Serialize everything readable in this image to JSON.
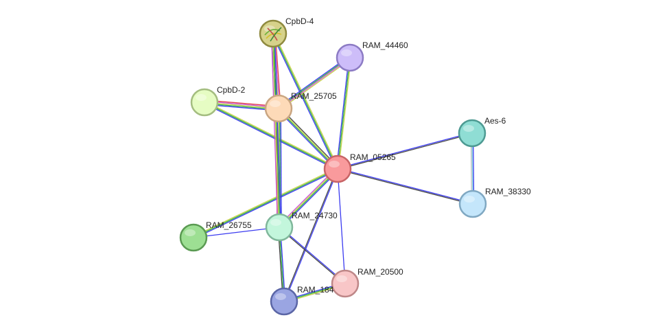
{
  "network": {
    "nodes": [
      {
        "id": "RAM_05265",
        "label": "RAM_05265",
        "fill": "#f99a9c",
        "stroke": "#c86466"
      },
      {
        "id": "RAM_25705",
        "label": "RAM_25705",
        "fill": "#fddab8",
        "stroke": "#c9a581"
      },
      {
        "id": "CpbD-4",
        "label": "CpbD-4",
        "fill": "#d6d28a",
        "stroke": "#8f8a3f",
        "has_structure": true
      },
      {
        "id": "RAM_44460",
        "label": "RAM_44460",
        "fill": "#cdbdf9",
        "stroke": "#8c7bc4"
      },
      {
        "id": "CpbD-2",
        "label": "CpbD-2",
        "fill": "#e6fcc3",
        "stroke": "#a4bd80"
      },
      {
        "id": "Aes-6",
        "label": "Aes-6",
        "fill": "#8fddd4",
        "stroke": "#4d9a92"
      },
      {
        "id": "RAM_38330",
        "label": "RAM_38330",
        "fill": "#c4e6fb",
        "stroke": "#80a8c2"
      },
      {
        "id": "RAM_24730",
        "label": "RAM_24730",
        "fill": "#c3f6dc",
        "stroke": "#80b79b"
      },
      {
        "id": "RAM_26755",
        "label": "RAM_26755",
        "fill": "#9ddf93",
        "stroke": "#5a9a52"
      },
      {
        "id": "RAM_20500",
        "label": "RAM_20500",
        "fill": "#f8c6c7",
        "stroke": "#be8788"
      },
      {
        "id": "RAM_18420",
        "label": "RAM_184",
        "fill": "#9aa5e2",
        "stroke": "#5b66a6"
      }
    ],
    "edges": [
      {
        "from": "RAM_05265",
        "to": "CpbD-4",
        "colors": [
          "#3a3af0",
          "#2fae3a",
          "#c8d24a"
        ]
      },
      {
        "from": "RAM_05265",
        "to": "RAM_44460",
        "colors": [
          "#3a3af0",
          "#2fae3a",
          "#c8d24a"
        ]
      },
      {
        "from": "RAM_05265",
        "to": "CpbD-2",
        "colors": [
          "#3a3af0",
          "#2fae3a",
          "#c8d24a"
        ]
      },
      {
        "from": "RAM_05265",
        "to": "RAM_25705",
        "colors": [
          "#3a3af0",
          "#2fae3a",
          "#c8d24a",
          "#444444"
        ]
      },
      {
        "from": "RAM_05265",
        "to": "Aes-6",
        "colors": [
          "#3a3af0",
          "#444444"
        ]
      },
      {
        "from": "RAM_05265",
        "to": "RAM_38330",
        "colors": [
          "#3a3af0",
          "#444444"
        ]
      },
      {
        "from": "RAM_05265",
        "to": "RAM_24730",
        "colors": [
          "#3a3af0",
          "#2fae3a",
          "#c8d24a",
          "#c94fd8"
        ]
      },
      {
        "from": "RAM_05265",
        "to": "RAM_26755",
        "colors": [
          "#3a3af0",
          "#2fae3a",
          "#c8d24a"
        ]
      },
      {
        "from": "RAM_05265",
        "to": "RAM_20500",
        "colors": [
          "#3a3af0"
        ]
      },
      {
        "from": "RAM_05265",
        "to": "RAM_18420",
        "colors": [
          "#3a3af0",
          "#444444"
        ]
      },
      {
        "from": "RAM_25705",
        "to": "CpbD-4",
        "colors": [
          "#3a3af0",
          "#2fae3a",
          "#c8d24a",
          "#c94fd8",
          "#e0404a"
        ]
      },
      {
        "from": "RAM_25705",
        "to": "RAM_44460",
        "colors": [
          "#3a3af0",
          "#2fae3a",
          "#c94fd8",
          "#c8d24a"
        ]
      },
      {
        "from": "RAM_25705",
        "to": "CpbD-2",
        "colors": [
          "#3a3af0",
          "#2fae3a",
          "#c8d24a",
          "#c94fd8",
          "#e0404a"
        ]
      },
      {
        "from": "RAM_25705",
        "to": "RAM_24730",
        "colors": [
          "#3a3af0",
          "#2fae3a",
          "#c8d24a",
          "#c94fd8",
          "#e0404a"
        ]
      },
      {
        "from": "CpbD-4",
        "to": "RAM_24730",
        "colors": [
          "#3a3af0",
          "#2fae3a",
          "#c8d24a",
          "#c94fd8"
        ]
      },
      {
        "from": "Aes-6",
        "to": "RAM_38330",
        "colors": [
          "#3a3af0",
          "#7fd1e0",
          "#c0c0c0"
        ]
      },
      {
        "from": "RAM_24730",
        "to": "RAM_26755",
        "colors": [
          "#3a3af0"
        ]
      },
      {
        "from": "RAM_24730",
        "to": "RAM_20500",
        "colors": [
          "#3a3af0",
          "#444444"
        ]
      },
      {
        "from": "RAM_24730",
        "to": "RAM_18420",
        "colors": [
          "#3a3af0",
          "#2fae3a",
          "#444444"
        ]
      },
      {
        "from": "RAM_18420",
        "to": "RAM_20500",
        "colors": [
          "#3a3af0",
          "#2fae3a",
          "#c8d24a"
        ]
      }
    ]
  }
}
